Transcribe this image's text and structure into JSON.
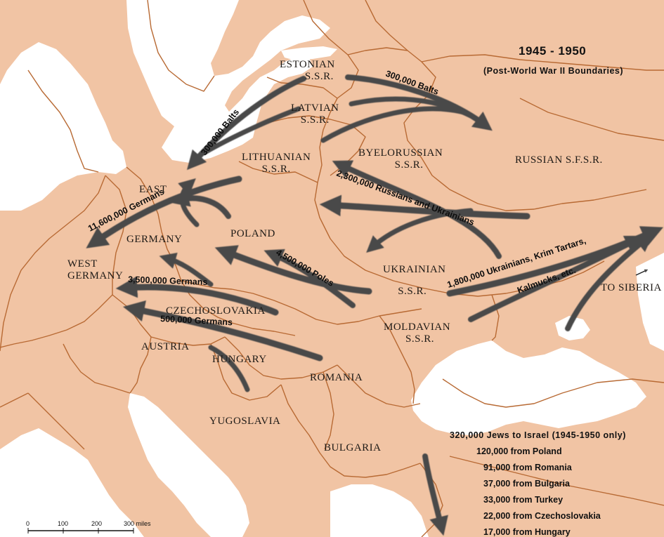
{
  "map": {
    "title": "1945 - 1950",
    "subtitle": "(Post-World War II Boundaries)",
    "colors": {
      "land": "#f1c4a4",
      "sea": "#ffffff",
      "border": "#b86a34",
      "arrow": "#4a4a4a"
    },
    "regions": {
      "estonian": [
        "ESTONIAN",
        "S.S.R."
      ],
      "latvian": [
        "LATVIAN",
        "S.S.R."
      ],
      "lithuanian": [
        "LITHUANIAN",
        "S.S.R."
      ],
      "byelorussian": [
        "BYELORUSSIAN",
        "S.S.R."
      ],
      "russian": "RUSSIAN S.F.S.R.",
      "east_germany": [
        "EAST",
        "GERMANY"
      ],
      "west_germany": [
        "WEST",
        "GERMANY"
      ],
      "poland": "POLAND",
      "ukrainian": [
        "UKRAINIAN",
        "S.S.R."
      ],
      "czechoslovakia": "CZECHOSLOVAKIA",
      "austria": "AUSTRIA",
      "hungary": "HUNGARY",
      "moldavian": [
        "MOLDAVIAN",
        "S.S.R."
      ],
      "romania": "ROMANIA",
      "yugoslavia": "YUGOSLAVIA",
      "bulgaria": "BULGARIA",
      "to_siberia": "TO SIBERIA"
    },
    "flows": [
      {
        "id": "balts-west",
        "label": "300,000 Balts",
        "count": 300000
      },
      {
        "id": "balts-east",
        "label": "300,000 Balts",
        "count": 300000
      },
      {
        "id": "russians-ukrainians",
        "label": "2,300,000 Russians and Ukrainians",
        "count": 2300000
      },
      {
        "id": "germans-east",
        "label": "11,600,000 Germans",
        "count": 11600000
      },
      {
        "id": "poles",
        "label": "4,500,000 Poles",
        "count": 4500000
      },
      {
        "id": "germans-czech",
        "label": "3,500,000 Germans",
        "count": 3500000
      },
      {
        "id": "germans-hungary",
        "label": "500,000 Germans",
        "count": 500000
      },
      {
        "id": "ukrainians-siberia-1",
        "label": "1,800,000 Ukrainians, Krim Tartars,",
        "count": 1800000
      },
      {
        "id": "ukrainians-siberia-2",
        "label": "Kalmucks, etc."
      }
    ],
    "jews": {
      "heading": "320,000 Jews to Israel (1945-1950 only)",
      "rows": [
        {
          "label": "120,000 from Poland",
          "count": 120000
        },
        {
          "label": "91,000 from Romania",
          "count": 91000
        },
        {
          "label": "37,000 from Bulgaria",
          "count": 37000
        },
        {
          "label": "33,000 from Turkey",
          "count": 33000
        },
        {
          "label": "22,000 from Czechoslovakia",
          "count": 22000
        },
        {
          "label": "17,000 from Hungary",
          "count": 17000
        }
      ]
    },
    "scale": {
      "ticks": [
        "0",
        "100",
        "200",
        "300 miles"
      ]
    }
  }
}
